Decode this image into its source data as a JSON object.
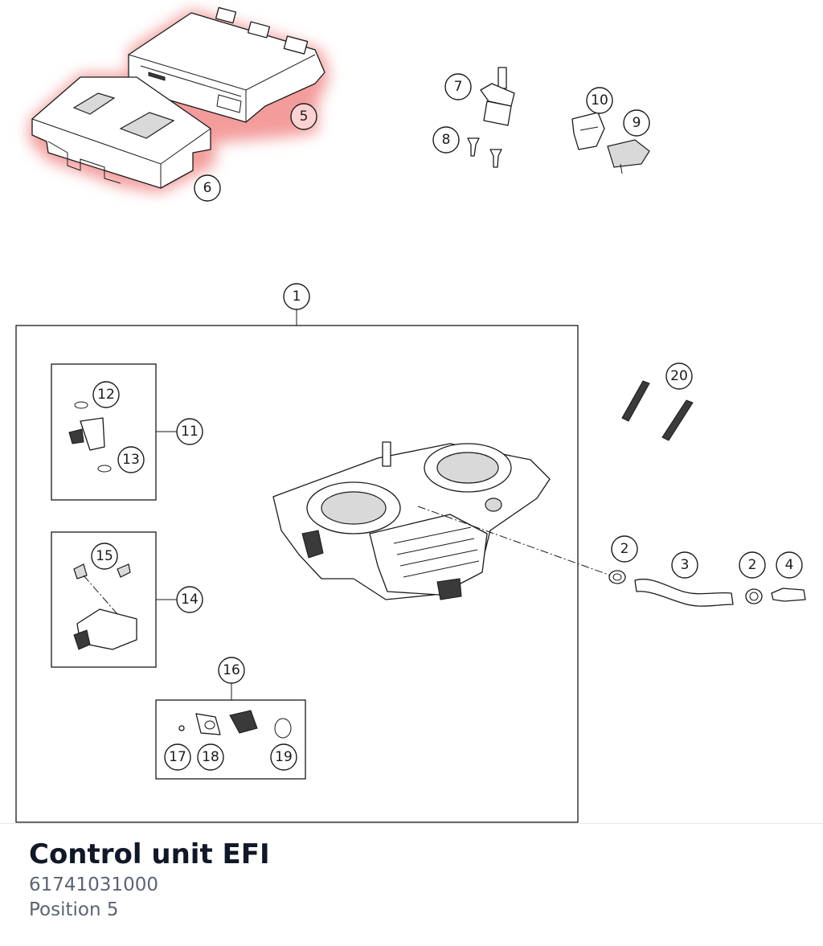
{
  "diagram": {
    "highlight_color": "#f28b8b",
    "selected_callout": "5",
    "callouts": {
      "c1": "1",
      "c2a": "2",
      "c2b": "2",
      "c3": "3",
      "c4": "4",
      "c5": "5",
      "c6": "6",
      "c7": "7",
      "c8": "8",
      "c9": "9",
      "c10": "10",
      "c11": "11",
      "c12": "12",
      "c13": "13",
      "c14": "14",
      "c15": "15",
      "c16": "16",
      "c17": "17",
      "c18": "18",
      "c19": "19",
      "c20": "20"
    }
  },
  "part": {
    "title": "Control unit EFI",
    "number": "61741031000",
    "position": "Position 5"
  }
}
